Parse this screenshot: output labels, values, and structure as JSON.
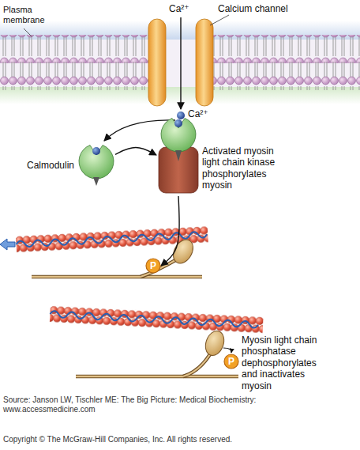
{
  "diagram": {
    "nodes": [
      {
        "text": [
          "Calmodulin"
        ]
      },
      {
        "text": [
          "Activated myosin light chain kinase phosphorylates myosin"
        ]
      },
      {
        "text": [
          "P"
        ]
      },
      {
        "text": [
          "P"
        ]
      }
    ],
    "edges": [
      {
        "from": 0,
        "to": 1,
        "arrow": "to"
      },
      {
        "from": 1,
        "to": 2,
        "arrow": "to"
      }
    ],
    "labels": [
      "Plasma membrane",
      "Ca²⁺",
      "Calcium channel",
      "Ca²⁺",
      "Myosin light chain phosphatase dephosphorylates and inactivates myosin",
      "Source: Janson LW, Tischler ME: The Big Picture: Medical Biochemistry: www.accessmedicine.com",
      "Copyright © The McGraw-Hill Companies, Inc. All rights reserved."
    ]
  }
}
